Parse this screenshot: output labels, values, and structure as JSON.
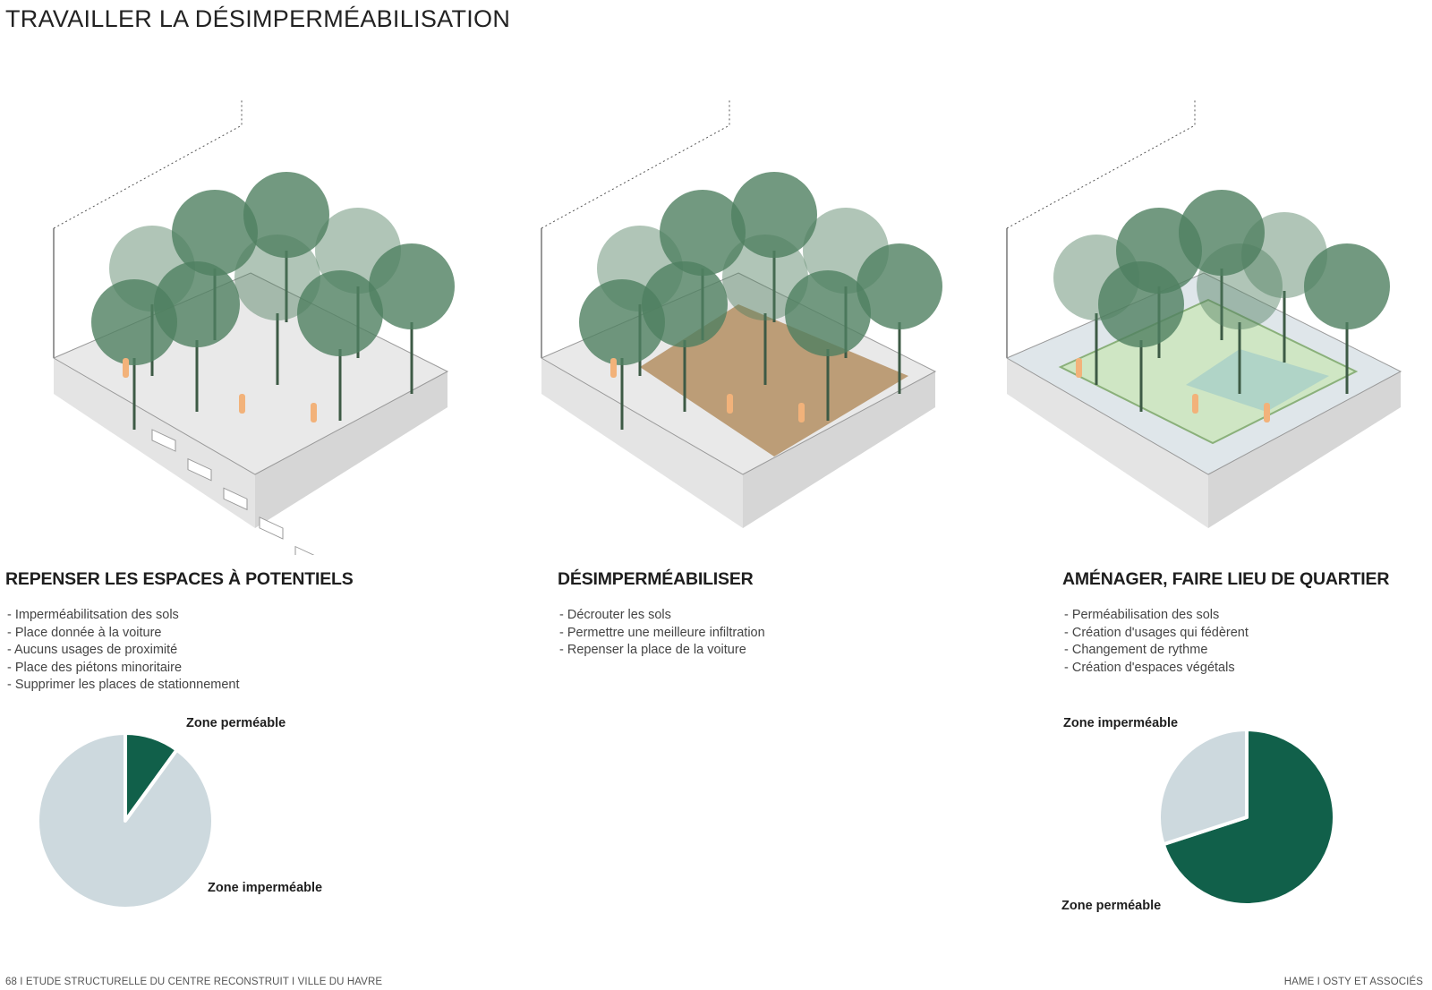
{
  "page_title": "TRAVAILLER LA DÉSIMPERMÉABILISATION",
  "colors": {
    "permeable": "#11604a",
    "impermeable": "#cdd9de",
    "tree": "#4f7f60",
    "soil": "#b08a5a",
    "pedestrian": "#f2b27a"
  },
  "panels": [
    {
      "heading": "REPENSER LES ESPACES À POTENTIELS",
      "items": [
        "- Imperméabilitsation des sols",
        "- Place donnée à la voiture",
        "- Aucuns usages de proximité",
        "- Place des piétons minoritaire",
        "- Supprimer les places de stationnement"
      ]
    },
    {
      "heading": "DÉSIMPERMÉABILISER",
      "items": [
        "- Décrouter les sols",
        "- Permettre une meilleure infiltration",
        "- Repenser la place de la voiture"
      ]
    },
    {
      "heading": "AMÉNAGER, FAIRE LIEU DE QUARTIER",
      "items": [
        "- Perméabilisation des sols",
        "- Création d'usages qui fédèrent",
        "- Changement de rythme",
        "- Création d'espaces végétals"
      ]
    }
  ],
  "chart_data": [
    {
      "type": "pie",
      "categories": [
        "Zone perméable",
        "Zone imperméable"
      ],
      "values": [
        10,
        90
      ]
    },
    {
      "type": "pie",
      "categories": [
        "Zone perméable",
        "Zone imperméable"
      ],
      "values": [
        70,
        30
      ]
    }
  ],
  "footer": {
    "left": "68  I  ETUDE STRUCTURELLE DU CENTRE RECONSTRUIT  I  VILLE DU HAVRE",
    "right": "HAME  I  OSTY ET ASSOCIÉS"
  }
}
